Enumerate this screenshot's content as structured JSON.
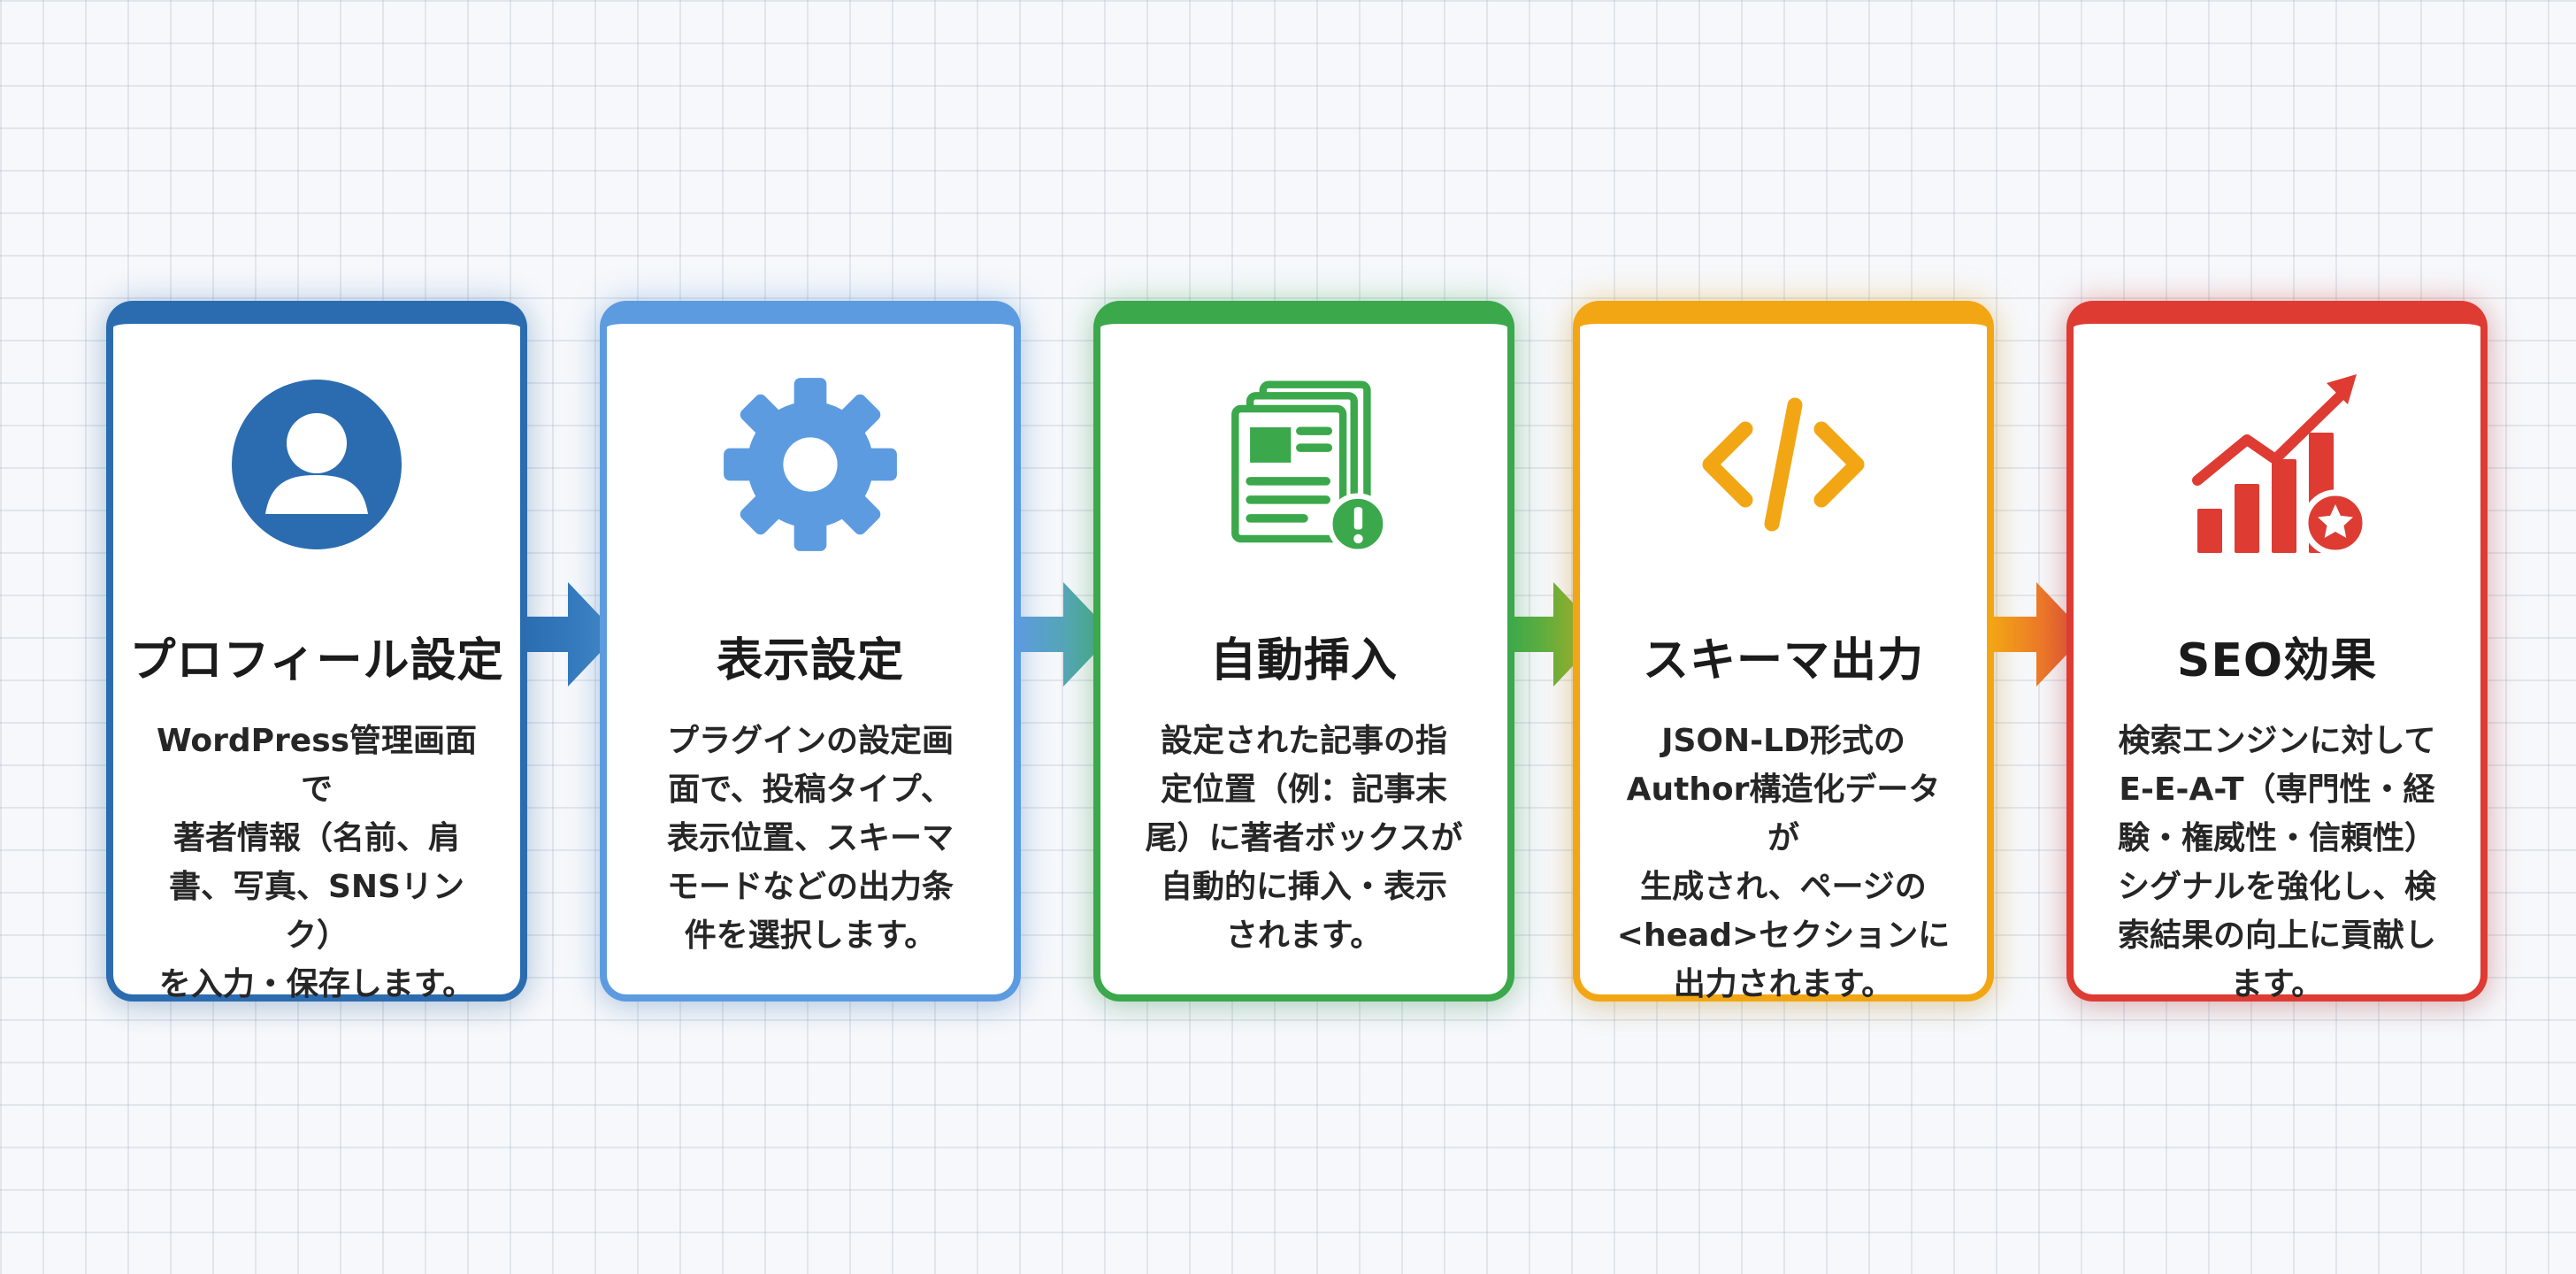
{
  "steps": [
    {
      "title": "プロフィール設定",
      "description": "WordPress管理画面で\n著者情報（名前、肩\n書、写真、SNSリンク）\nを入力・保存します。",
      "icon": "user-profile-icon",
      "color": "#2b6cb0"
    },
    {
      "title": "表示設定",
      "description": "プラグインの設定画\n面で、投稿タイプ、\n表示位置、スキーマ\nモードなどの出力条\n件を選択します。",
      "icon": "gear-icon",
      "color": "#5d9be0"
    },
    {
      "title": "自動挿入",
      "description": "設定された記事の指\n定位置（例：記事末\n尾）に著者ボックスが\n自動的に挿入・表示\nされます。",
      "icon": "documents-alert-icon",
      "color": "#3aa84b"
    },
    {
      "title": "スキーマ出力",
      "description": "JSON-LD形式の\nAuthor構造化データが\n生成され、ページの\n<head>セクションに\n出力されます。",
      "icon": "code-icon",
      "color": "#f3a614"
    },
    {
      "title": "SEO効果",
      "description": "検索エンジンに対して\nE-E-A-T（専門性・経\n験・権威性・信頼性）\nシグナルを強化し、検\n索結果の向上に貢献し\nます。",
      "icon": "growth-chart-star-icon",
      "color": "#de3b33"
    }
  ]
}
